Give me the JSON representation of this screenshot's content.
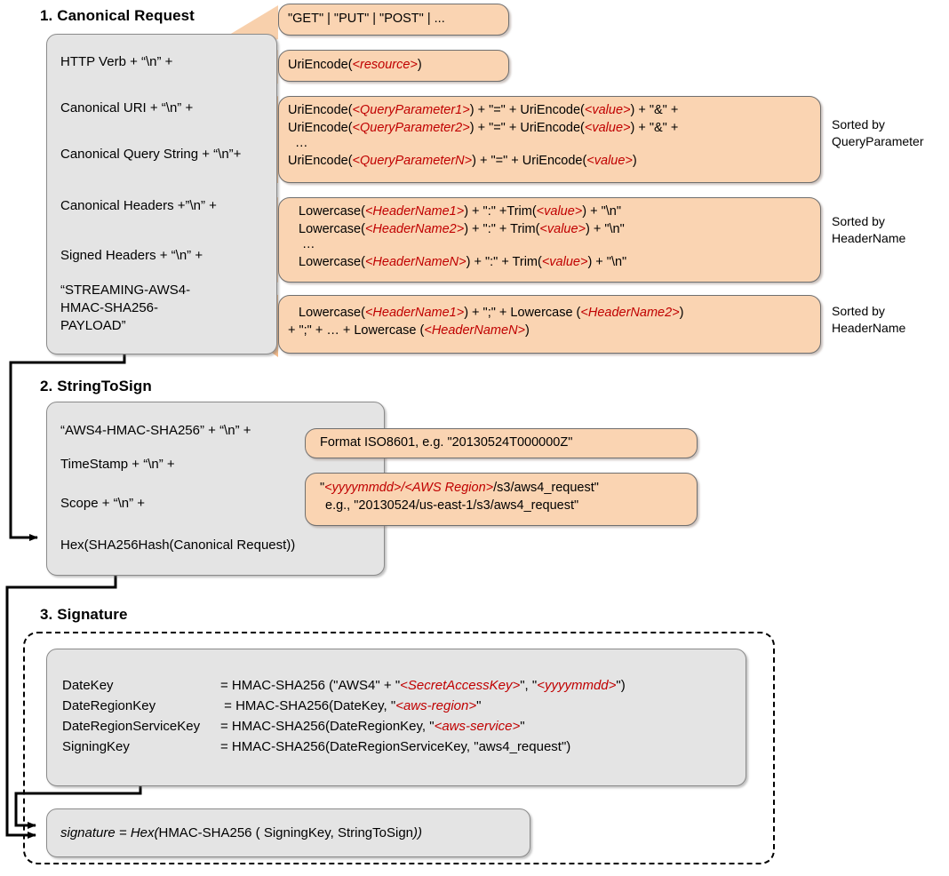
{
  "colors": {
    "callout_fill": "#fad4b2",
    "panel_fill": "#e4e4e4",
    "placeholder_red": "#c00000",
    "stroke": "#000000"
  },
  "sections": {
    "canonical_request": {
      "title": "1. Canonical Request",
      "lines": [
        "HTTP Verb + “\\n” +",
        "Canonical URI + “\\n” +",
        "Canonical Query String + “\\n”+",
        "Canonical Headers +”\\n” +",
        "Signed Headers + “\\n” +",
        "“STREAMING-AWS4-\nHMAC-SHA256-\nPAYLOAD”"
      ],
      "callouts": {
        "verb": "\"GET\" | \"PUT\" | \"POST\" | ...",
        "uri_prefix": "UriEncode(",
        "uri_placeholder": "<resource>",
        "uri_suffix": ")",
        "query": {
          "l1a": "UriEncode(",
          "l1p1": "<QueryParameter1>",
          "l1b": ") + \"=\" + UriEncode(",
          "l1p2": "<value>",
          "l1c": ") + \"&\" +",
          "l2a": "UriEncode(",
          "l2p1": "<QueryParameter2>",
          "l2b": ") + \"=\" + UriEncode(",
          "l2p2": "<value>",
          "l2c": ") + \"&\" +",
          "l3": "…",
          "l4a": "UriEncode(",
          "l4p1": "<QueryParameterN>",
          "l4b": ") + \"=\" + UriEncode(",
          "l4p2": "<value>",
          "l4c": ")"
        },
        "headers": {
          "l1a": "Lowercase(",
          "l1p1": "<HeaderName1>",
          "l1b": ") + \":\" +Trim(",
          "l1p2": "<value>",
          "l1c": ") + \"\\n\"",
          "l2a": "Lowercase(",
          "l2p1": "<HeaderName2>",
          "l2b": ") + \":\" + Trim(",
          "l2p2": "<value>",
          "l2c": ") + \"\\n\"",
          "l3": "…",
          "l4a": "Lowercase(",
          "l4p1": "<HeaderNameN>",
          "l4b": ") + \":\" + Trim(",
          "l4p2": "<value>",
          "l4c": ") + \"\\n\""
        },
        "signed_headers": {
          "l1a": "Lowercase(",
          "l1p1": "<HeaderName1>",
          "l1b": ") + \";\" + Lowercase (",
          "l1p2": "<HeaderName2>",
          "l1c": ")",
          "l2a": "+ \";\" + … + Lowercase (",
          "l2p1": "<HeaderNameN>",
          "l2b": ")"
        }
      },
      "notes": [
        "Sorted by\nQueryParameter",
        "Sorted by\nHeaderName",
        "Sorted by\nHeaderName"
      ]
    },
    "string_to_sign": {
      "title": "2. StringToSign",
      "lines": [
        "“AWS4-HMAC-SHA256” + “\\n” +",
        "TimeStamp + “\\n” +",
        "Scope + “\\n” +",
        "Hex(SHA256Hash(Canonical Request))"
      ],
      "callouts": {
        "timestamp": "Format ISO8601,  e.g. \"20130524T000000Z\"",
        "scope": {
          "l1a": "\"",
          "l1p1": "<yyyymmdd>",
          "l1b": "/",
          "l1p2": "<AWS Region>",
          "l1c": "/s3/aws4_request\"",
          "l2": "e.g., \"20130524/us-east-1/s3/aws4_request\""
        }
      }
    },
    "signature": {
      "title": "3. Signature",
      "keys": [
        {
          "name": "DateKey",
          "a": "= HMAC-SHA256 (\"AWS4\" + \"",
          "p1": "<SecretAccessKey>",
          "b": "\", \"",
          "p2": "<yyyymmdd>",
          "c": "\")"
        },
        {
          "name": "DateRegionKey",
          "a": " = HMAC-SHA256(DateKey, \"",
          "p1": "<aws-region>",
          "b": "\"",
          "p2": "",
          "c": ""
        },
        {
          "name": "DateRegionServiceKey",
          "a": "= HMAC-SHA256(DateRegionKey, \"",
          "p1": "<aws-service>",
          "b": "\"",
          "p2": "",
          "c": ""
        },
        {
          "name": "SigningKey",
          "a": "= HMAC-SHA256(DateRegionServiceKey, \"aws4_request\")",
          "p1": "",
          "b": "",
          "p2": "",
          "c": ""
        }
      ],
      "result": {
        "label": "signature = ",
        "hex": " Hex(",
        "expr": "HMAC-SHA256 ( SigningKey, StringToSign",
        "close": "))"
      }
    }
  }
}
